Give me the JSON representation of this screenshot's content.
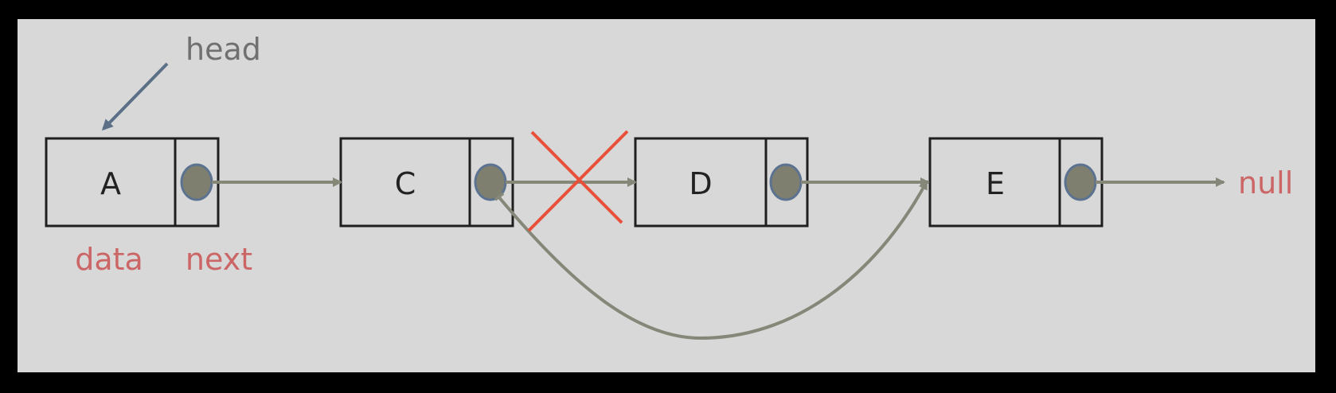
{
  "colors": {
    "frame": "#000000",
    "background": "#d8d8d8",
    "box_stroke": "#1f1f1f",
    "pointer_fill": "#7e7f6f",
    "pointer_stroke": "#5b7290",
    "arrow": "#858778",
    "head_arrow": "#5b6f86",
    "head_text": "#707070",
    "label_red": "#cc6666",
    "cross": "#e8503a"
  },
  "head_label": "head",
  "nodes": [
    {
      "id": "A",
      "data": "A"
    },
    {
      "id": "C",
      "data": "C"
    },
    {
      "id": "D",
      "data": "D"
    },
    {
      "id": "E",
      "data": "E"
    }
  ],
  "labels": {
    "data": "data",
    "next": "next",
    "null": "null"
  },
  "removed_link": {
    "from": "C",
    "to": "D"
  },
  "bypass_link": {
    "from": "C",
    "to": "E"
  }
}
